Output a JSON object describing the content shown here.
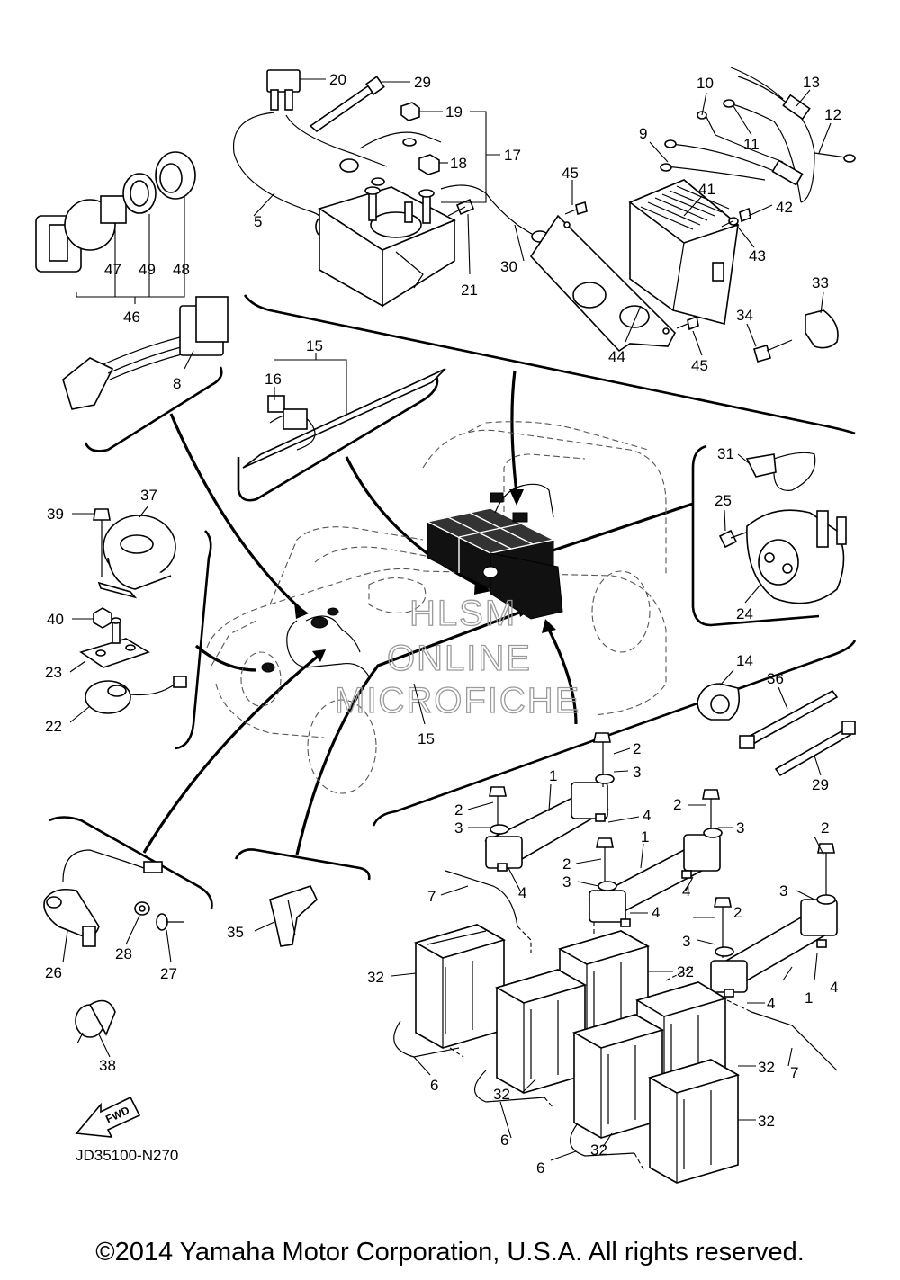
{
  "watermark": {
    "line1": "HLSM",
    "line2": "ONLINE",
    "line3": "MICROFICHE"
  },
  "diagram_code": "JD35100-N270",
  "fwd_label": "FWD",
  "copyright": "©2014 Yamaha Motor Corporation, U.S.A. All rights reserved.",
  "callouts": {
    "c20": "20",
    "c29a": "29",
    "c19": "19",
    "c18": "18",
    "c17": "17",
    "c5": "5",
    "c21": "21",
    "c30": "30",
    "c45a": "45",
    "c10": "10",
    "c13": "13",
    "c12": "12",
    "c9": "9",
    "c11": "11",
    "c41": "41",
    "c42": "42",
    "c43": "43",
    "c44": "44",
    "c45b": "45",
    "c33": "33",
    "c34": "34",
    "c47": "47",
    "c49": "49",
    "c48": "48",
    "c46": "46",
    "c8": "8",
    "c15a": "15",
    "c16": "16",
    "c31": "31",
    "c25": "25",
    "c24": "24",
    "c39": "39",
    "c37": "37",
    "c40": "40",
    "c23": "23",
    "c22": "22",
    "c15b": "15",
    "c14": "14",
    "c36": "36",
    "c29b": "29",
    "c26": "26",
    "c28": "28",
    "c27": "27",
    "c35": "35",
    "c38": "38",
    "b2a": "2",
    "b3a": "3",
    "b1a": "1",
    "b2b": "2",
    "b3b": "3",
    "b4a": "4",
    "b2c": "2",
    "b3c": "3",
    "b1b": "1",
    "b2d": "2",
    "b3d": "3",
    "b4b": "4",
    "b7a": "7",
    "b4c": "4",
    "b2e": "2",
    "b3e": "3",
    "b4d": "4",
    "b2f": "2",
    "b3f": "3",
    "b32a": "32",
    "b32b": "32",
    "b4e": "4",
    "b1c": "1",
    "b4f": "4",
    "b6a": "6",
    "b32c": "32",
    "b7b": "7",
    "b6b": "6",
    "b32d": "32",
    "b32e": "32",
    "b6c": "6",
    "b32f": "32"
  }
}
